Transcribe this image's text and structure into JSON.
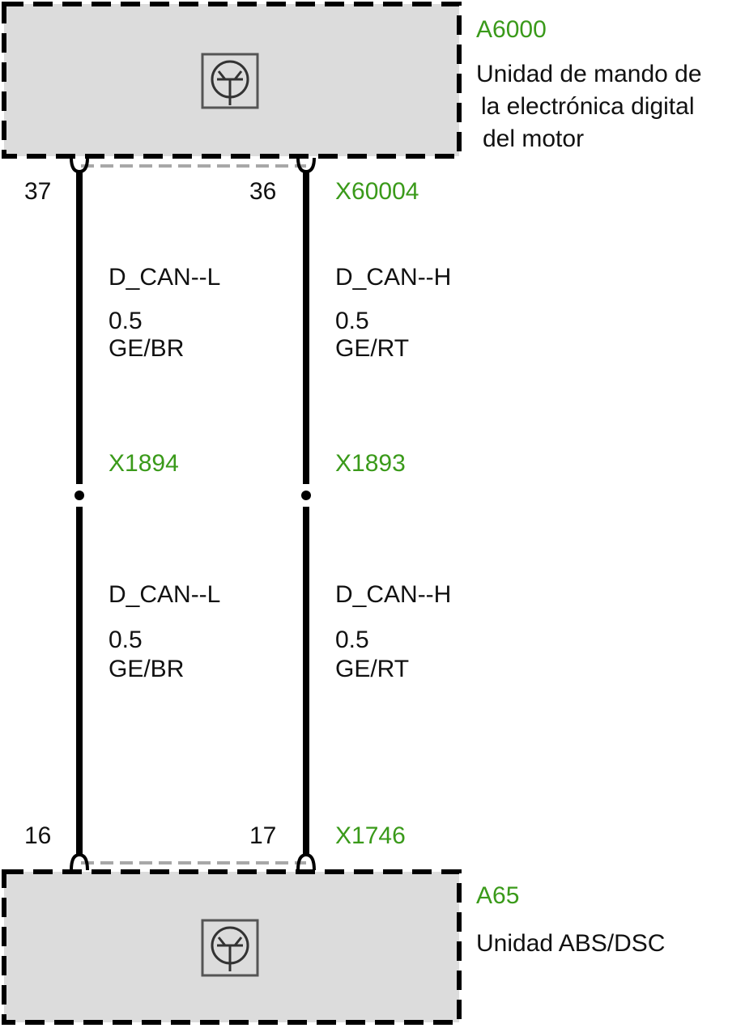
{
  "colors": {
    "connector_code": "#3a9a1a",
    "box_fill": "#dcdcdc",
    "wire": "#000000",
    "shield": "#a8a8a8"
  },
  "modules": {
    "top": {
      "code": "A6000",
      "name_lines": [
        "Unidad de mando de",
        "la electrónica digital",
        "del motor"
      ],
      "icon": "transistor-symbol-icon"
    },
    "bottom": {
      "code": "A65",
      "name_lines": [
        "Unidad ABS/DSC"
      ],
      "icon": "transistor-symbol-icon"
    }
  },
  "connectors": {
    "top": {
      "code": "X60004",
      "pin_left": "37",
      "pin_right": "36"
    },
    "middle": {
      "left_code": "X1894",
      "right_code": "X1893"
    },
    "bottom": {
      "code": "X1746",
      "pin_left": "16",
      "pin_right": "17"
    }
  },
  "wires": {
    "upper": [
      {
        "signal": "D_CAN--L",
        "size": "0.5",
        "color": "GE/BR"
      },
      {
        "signal": "D_CAN--H",
        "size": "0.5",
        "color": "GE/RT"
      }
    ],
    "lower": [
      {
        "signal": "D_CAN--L",
        "size": "0.5",
        "color": "GE/BR"
      },
      {
        "signal": "D_CAN--H",
        "size": "0.5",
        "color": "GE/RT"
      }
    ]
  }
}
